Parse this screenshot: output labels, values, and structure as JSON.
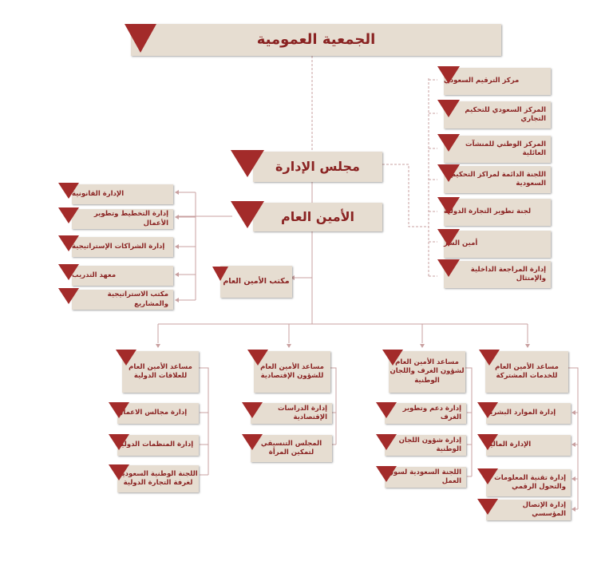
{
  "colors": {
    "box": "#e6ddd1",
    "text": "#8a2322",
    "tab": "#a32b2a",
    "line": "#c9a0a0"
  },
  "nodes": {
    "general_assembly": "الجمعية العمومية",
    "board": "مجلس الإدارة",
    "secretary_general": "الأمين العام",
    "sg_office": "مكتب الأمين العام",
    "board_units": [
      "مركز الترقيم السعودي",
      "المركز السعودي للتحكيم التجاري",
      "المركز الوطني للمنشآت العائلية",
      "اللجنة الدائمة لمراكز التحكيم السعودية",
      "لجنة تطوير التجارة الدولية",
      "أمين السر",
      "إدارة المراجعة الداخلية والإمتثال"
    ],
    "sg_departments": [
      "الإدارة القانونية",
      "إدارة التخطيط وتطوير الأعمال",
      "إدارة الشراكات الإستراتيجية",
      "معهد التدريب",
      "مكتب الاستراتيجية والمشاريع"
    ],
    "assistants": [
      {
        "title": "مساعد الأمين العام للعلاقات الدولية",
        "units": [
          "إدارة مجالس الاعمال",
          "إدارة المنظمات الدولية",
          "اللجنة الوطنية السعودية لغرفة التجارة الدولية"
        ]
      },
      {
        "title": "مساعد الأمين العام للشؤون الإقتصادية",
        "units": [
          "إدارة الدراسات الإقتصادية",
          "المجلس التنسيقي لتمكين المرأة"
        ]
      },
      {
        "title": "مساعد الأمين العام لشؤون الغرف واللجان الوطنية",
        "units": [
          "إدارة دعم وتطوير الغرف",
          "إدارة شؤون اللجان الوطنية",
          "اللجنة السعودية لسوق العمل"
        ]
      },
      {
        "title": "مساعد الأمين العام للخدمات المشتركة",
        "units": [
          "إدارة الموارد البشرية",
          "الإدارة المالية",
          "إدارة تقنية المعلومات والتحول الرقمي",
          "إدارة الإتصال المؤسسي"
        ]
      }
    ]
  }
}
